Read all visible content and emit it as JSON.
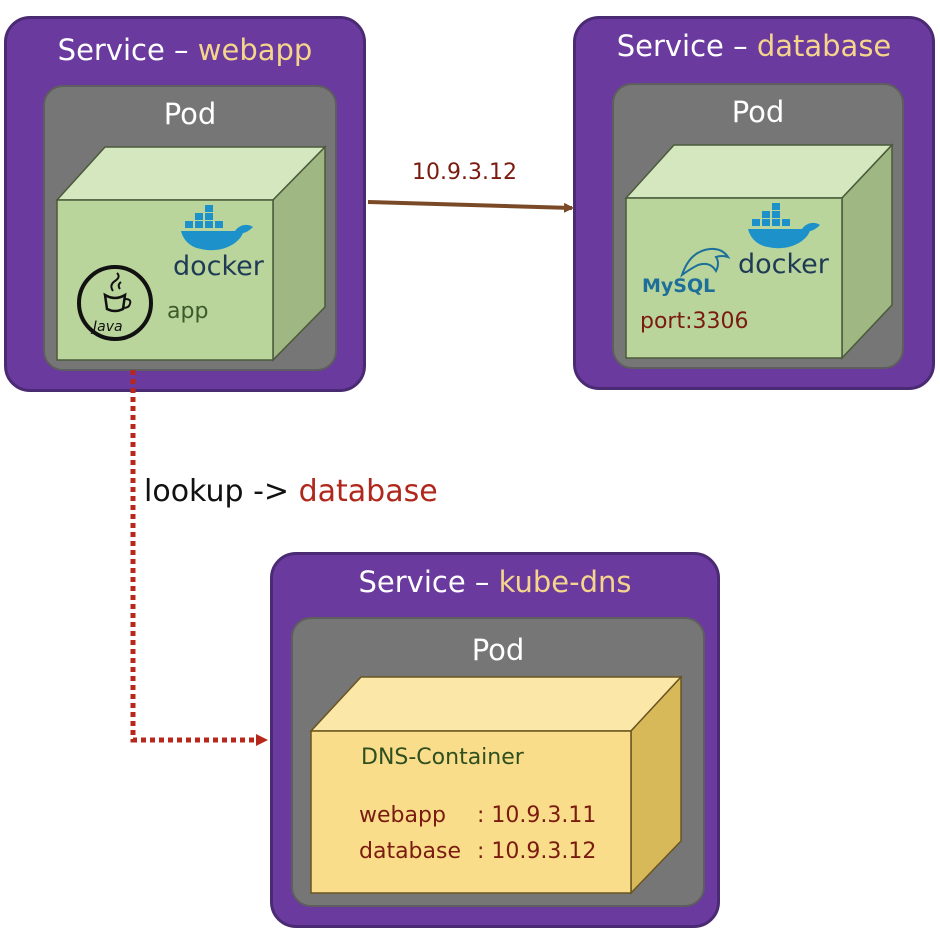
{
  "webapp_service": {
    "title_prefix": "Service – ",
    "title_name": "webapp",
    "pod_label": "Pod",
    "docker_label": "docker",
    "java_label": "Java",
    "app_label": "app"
  },
  "database_service": {
    "title_prefix": "Service – ",
    "title_name": "database",
    "pod_label": "Pod",
    "docker_label": "docker",
    "mysql_label": "MySQL",
    "port_label": "port:3306"
  },
  "dns_service": {
    "title_prefix": "Service – ",
    "title_name": "kube-dns",
    "pod_label": "Pod",
    "container_label": "DNS-Container",
    "records": [
      {
        "name": "webapp",
        "ip": ": 10.9.3.11"
      },
      {
        "name": "database",
        "ip": ": 10.9.3.12"
      }
    ]
  },
  "connections": {
    "webapp_to_database": "10.9.3.12",
    "lookup_prefix": "lookup -> ",
    "lookup_target": "database"
  },
  "colors": {
    "service_fill": "#6a3a9e",
    "pod_fill": "#767676",
    "container_green": "#b9d59c",
    "container_yellow": "#f9dd8a",
    "connection_arrow": "#7a4a28",
    "lookup_arrow": "#b8271c",
    "highlight_text": "#f5d58c"
  }
}
